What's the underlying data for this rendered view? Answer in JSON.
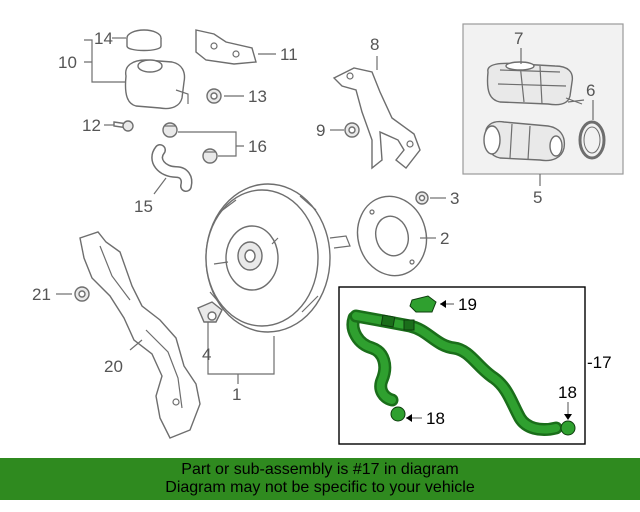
{
  "callouts": {
    "c1": "1",
    "c2": "2",
    "c3": "3",
    "c4": "4",
    "c5": "5",
    "c6": "6",
    "c7": "7",
    "c8": "8",
    "c9": "9",
    "c10": "10",
    "c11": "11",
    "c12": "12",
    "c13": "13",
    "c14": "14",
    "c15": "15",
    "c16": "16",
    "c17": "-17",
    "c18a": "18",
    "c18b": "18",
    "c19": "19",
    "c20": "20",
    "c21": "21"
  },
  "highlight": {
    "part": "17",
    "color": "#1a6e1a",
    "box_stroke": "#000000"
  },
  "banner": {
    "line1": "Part or sub-assembly is #17 in diagram",
    "line2": "Diagram may not be specific to your vehicle",
    "background": "#2f8a1f"
  }
}
